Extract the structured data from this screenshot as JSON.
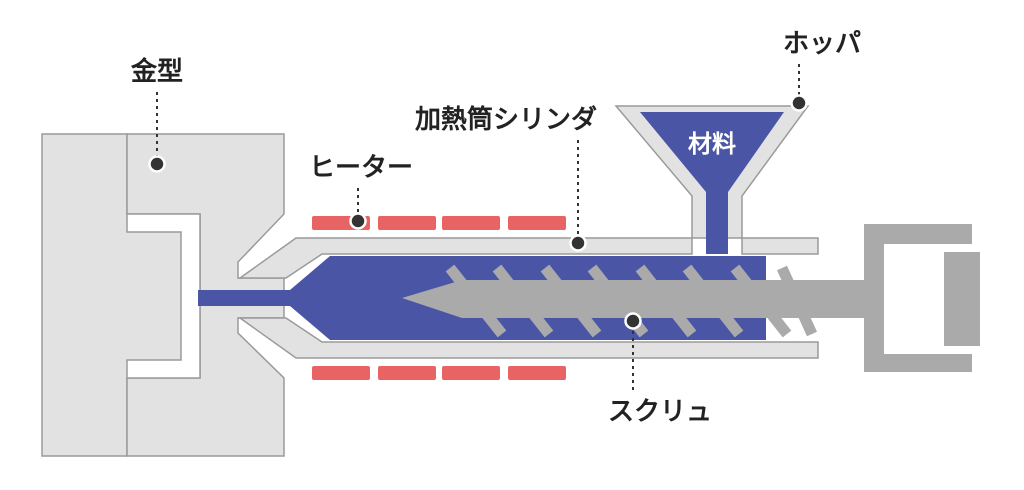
{
  "labels": {
    "mold": "金型",
    "heater": "ヒーター",
    "cylinder": "加熱筒シリンダ",
    "hopper": "ホッパ",
    "material": "材料",
    "screw": "スクリュ"
  },
  "colors": {
    "blue": "#4A55A6",
    "gray_fill": "#E2E2E2",
    "gray_stroke": "#9A9A9A",
    "screw": "#AAAAAA",
    "heater": "#E86464",
    "callout": "#333333"
  }
}
